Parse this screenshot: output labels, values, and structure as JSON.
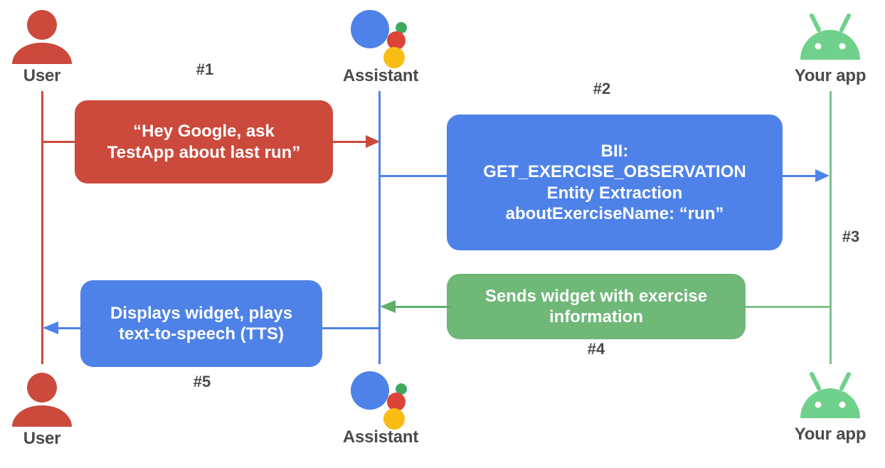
{
  "diagram": {
    "title": "Google Assistant App Actions sequence diagram",
    "colors": {
      "red": "#CB4A3C",
      "blue": "#4E82E8",
      "green": "#6FB878",
      "assistant_blue": "#4E82E8",
      "assistant_red": "#DB4437",
      "assistant_yellow": "#F9BC15",
      "assistant_green": "#3EA861",
      "android_green": "#6FD18B",
      "label_gray": "#4a4a4a",
      "background": "#ffffff"
    }
  },
  "actors": {
    "top": [
      {
        "id": "user",
        "label": "User",
        "icon": "user-icon"
      },
      {
        "id": "assistant",
        "label": "Assistant",
        "icon": "google-assistant-icon"
      },
      {
        "id": "app",
        "label": "Your app",
        "icon": "android-robot-icon"
      }
    ],
    "bottom": [
      {
        "id": "user",
        "label": "User",
        "icon": "user-icon"
      },
      {
        "id": "assistant",
        "label": "Assistant",
        "icon": "google-assistant-icon"
      },
      {
        "id": "app",
        "label": "Your app",
        "icon": "android-robot-icon"
      }
    ]
  },
  "steps": [
    {
      "number": "#1"
    },
    {
      "number": "#2"
    },
    {
      "number": "#3"
    },
    {
      "number": "#4"
    },
    {
      "number": "#5"
    }
  ],
  "messages": {
    "step1": {
      "id": "user-utterance",
      "color": "#CB4A3C",
      "lines": [
        "“Hey Google, ask",
        "TestApp about last run”"
      ],
      "from": "User",
      "to": "Assistant"
    },
    "step2": {
      "id": "bii-resolution",
      "color": "#4E82E8",
      "lines": [
        "BII:",
        "GET_EXERCISE_OBSERVATION",
        "Entity Extraction",
        "aboutExerciseName: “run”"
      ],
      "from": "Assistant",
      "to": "Your app"
    },
    "step4": {
      "id": "app-response",
      "color": "#6FB878",
      "lines": [
        "Sends widget with exercise",
        "information"
      ],
      "from": "Your app",
      "to": "Assistant"
    },
    "step5": {
      "id": "assistant-output",
      "color": "#4E82E8",
      "lines": [
        "Displays widget, plays",
        "text-to-speech (TTS)"
      ],
      "from": "Assistant",
      "to": "User"
    }
  }
}
